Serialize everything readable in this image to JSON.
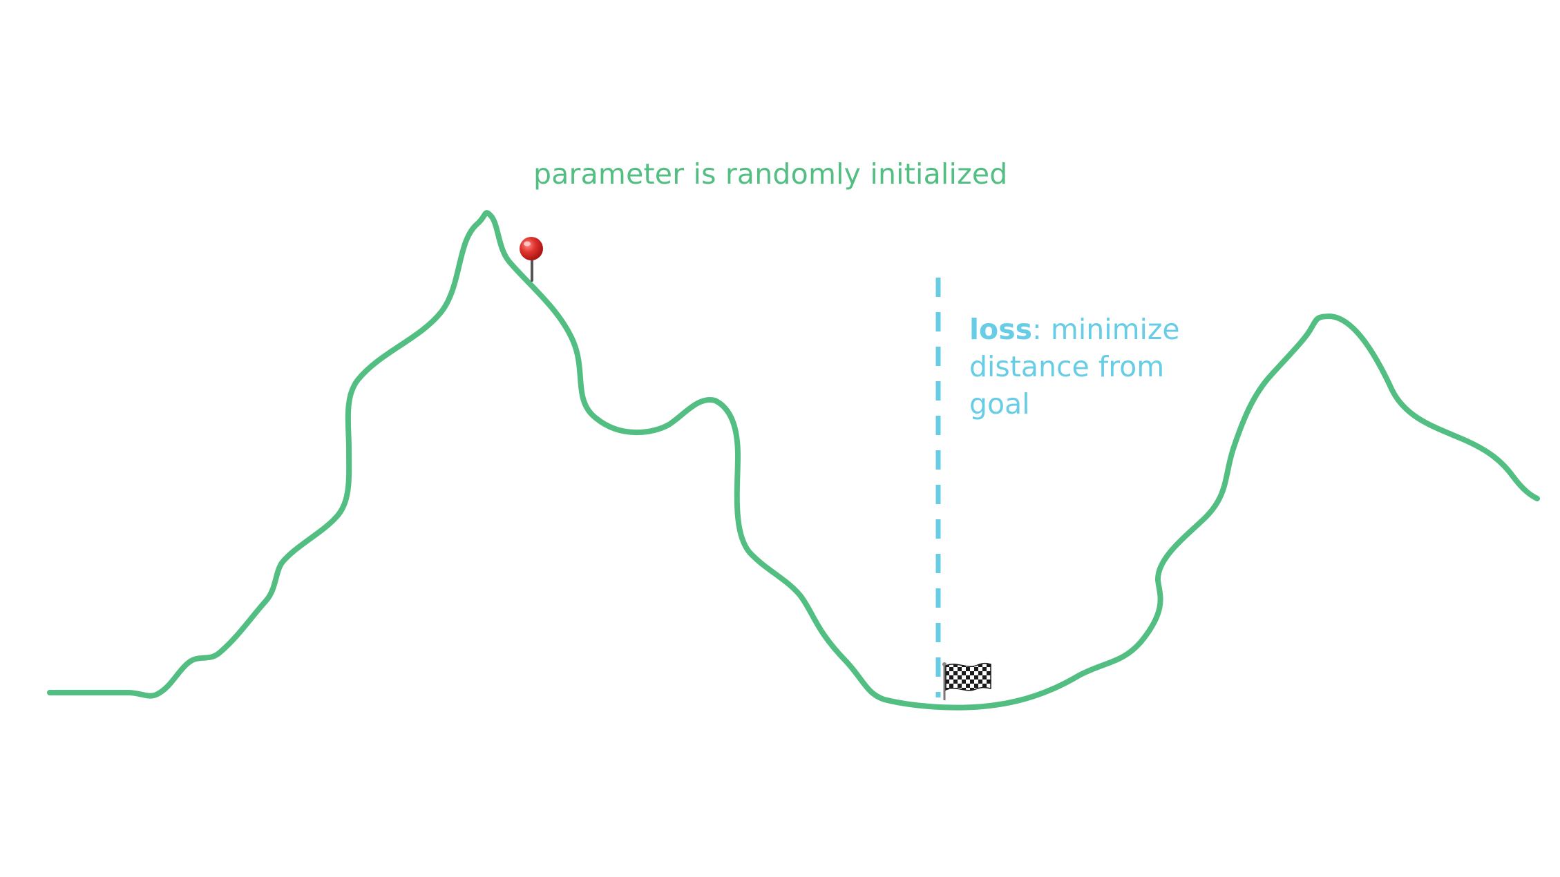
{
  "annotations": {
    "init_label": "parameter is randomly initialized",
    "loss_keyword": "loss",
    "loss_rest": ": minimize distance from goal"
  },
  "colors": {
    "landscape": "#52be82",
    "loss_line": "#67cde6",
    "pin_head": "#e0332e",
    "pin_needle": "#555555"
  },
  "icons": {
    "start_marker": "pushpin-icon",
    "goal_marker": "checkered-flag-icon"
  }
}
